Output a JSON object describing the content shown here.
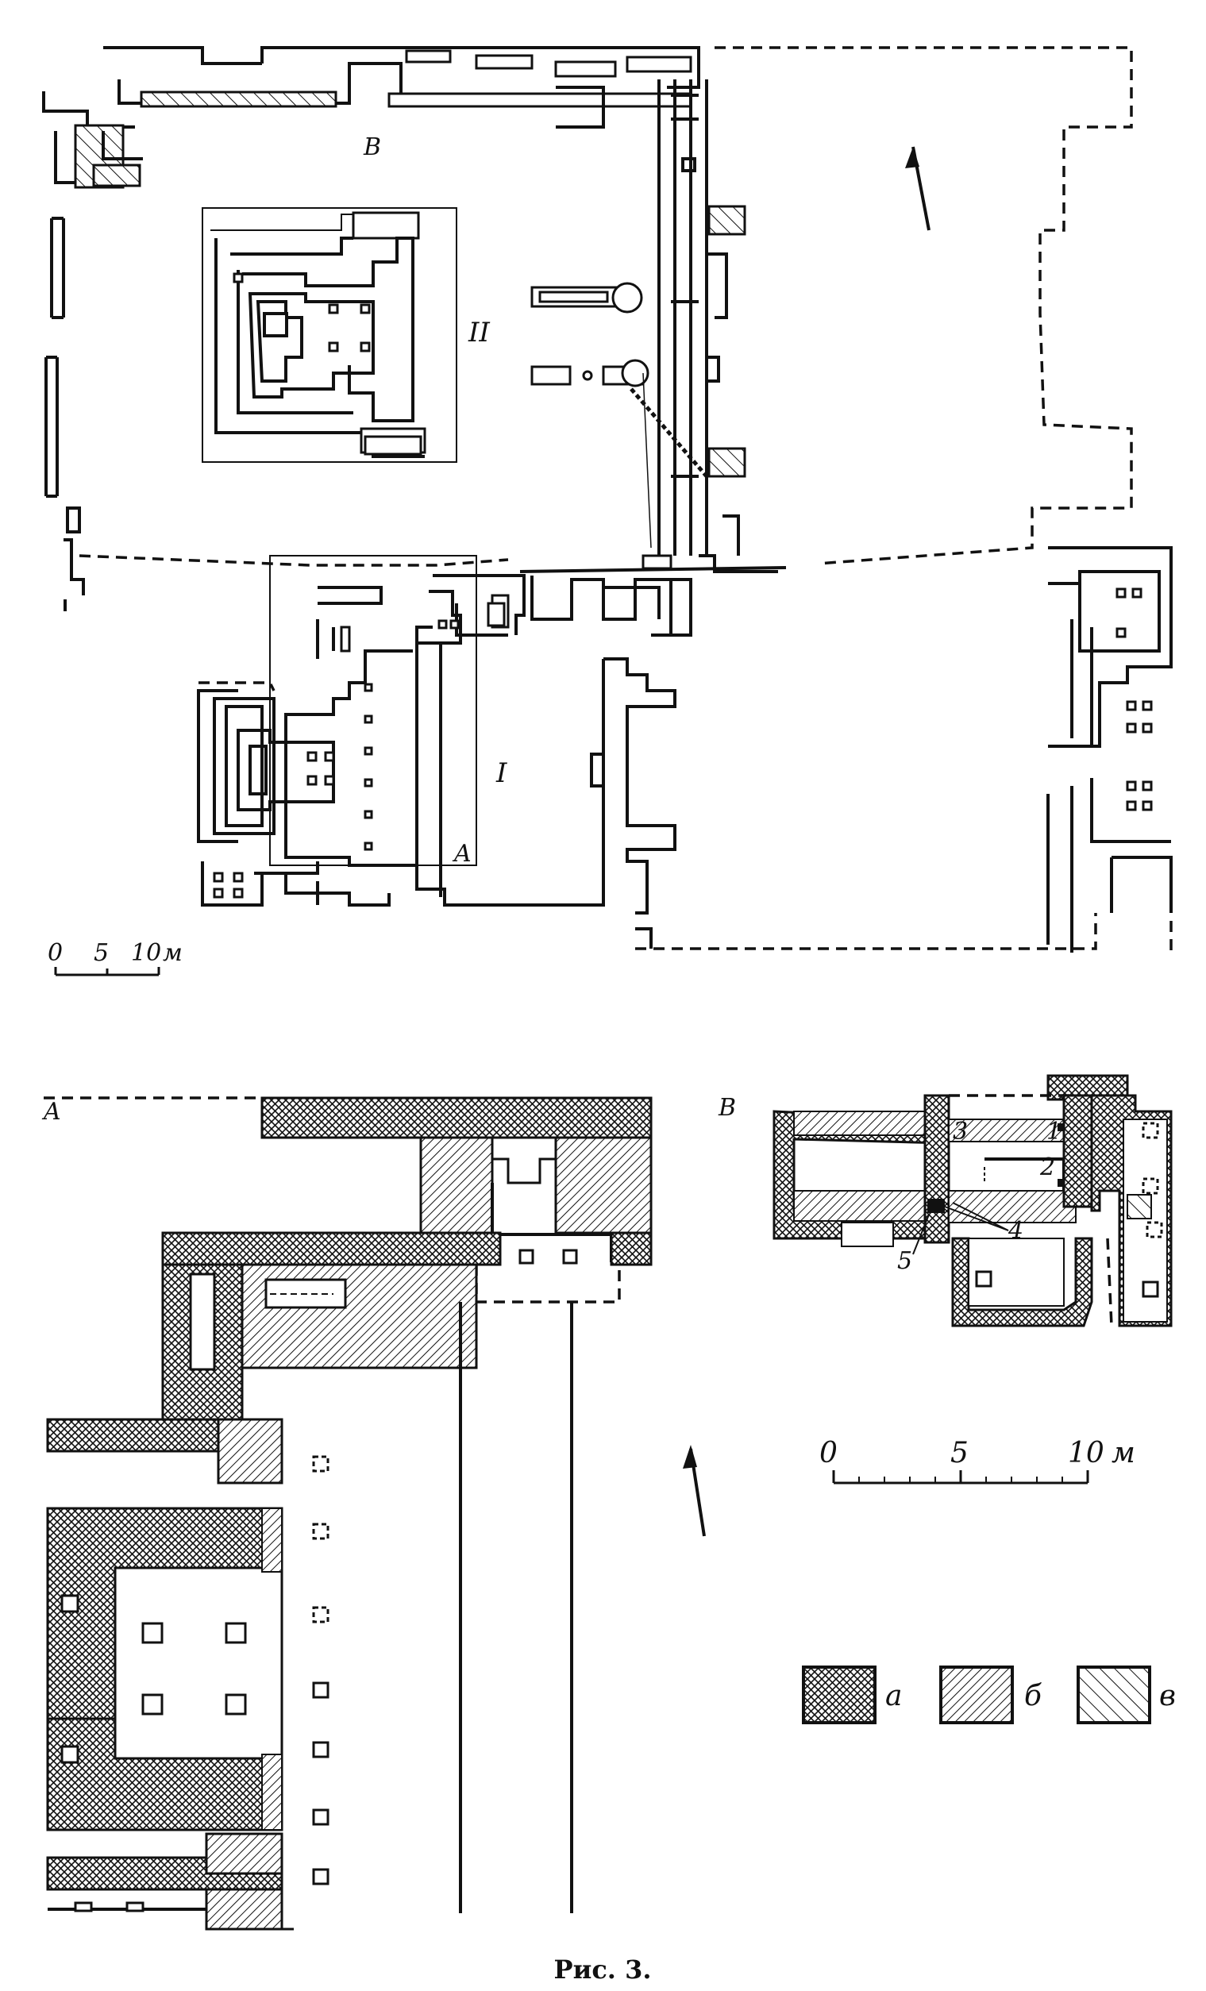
{
  "figure": {
    "caption": "Рис. 3."
  },
  "plan": {
    "building_labels": [
      "I",
      "II"
    ],
    "detail_markers": [
      "A",
      "B"
    ],
    "scale": {
      "ticks": [
        "0",
        "5",
        "10"
      ],
      "unit": "м"
    }
  },
  "detail_a": {
    "label": "A"
  },
  "detail_b": {
    "label": "B",
    "numbers": [
      "1",
      "2",
      "3",
      "4",
      "5"
    ],
    "scale": {
      "ticks": [
        "0",
        "5",
        "10"
      ],
      "unit": "м"
    }
  },
  "legend": {
    "items": [
      {
        "letter": "а",
        "pattern": "crosshatch"
      },
      {
        "letter": "б",
        "pattern": "diagonal-dense"
      },
      {
        "letter": "в",
        "pattern": "diagonal-sparse"
      }
    ]
  }
}
